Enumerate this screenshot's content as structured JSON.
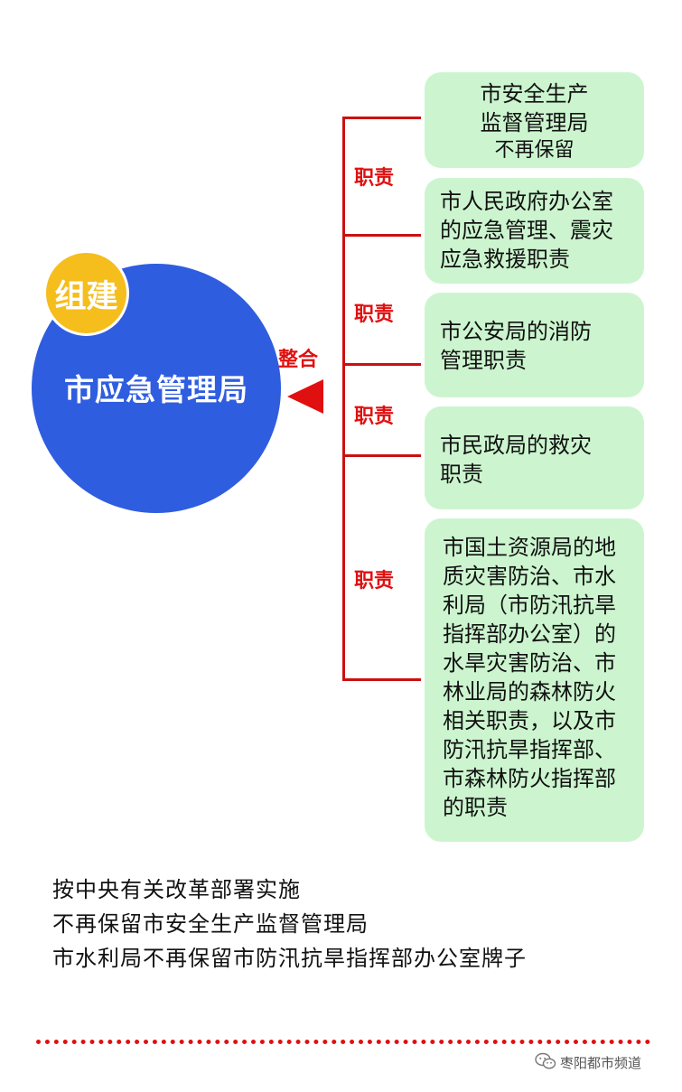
{
  "main": {
    "title": "市应急管理局",
    "badge": "组建"
  },
  "merge_label": "整合",
  "duty_label": "职责",
  "boxes": [
    {
      "lines": [
        "市安全生产",
        "监督管理局"
      ],
      "note": "不再保留"
    },
    {
      "lines": [
        "市人民政府办公室",
        "的应急管理、震灾",
        "应急救援职责"
      ]
    },
    {
      "lines": [
        "市公安局的消防",
        "管理职责"
      ]
    },
    {
      "lines": [
        "市民政局的救灾",
        "职责"
      ]
    },
    {
      "lines": [
        "市国土资源局的地",
        "质灾害防治、市水",
        "利局（市防汛抗旱",
        "指挥部办公室）的",
        "水旱灾害防治、市",
        "林业局的森林防火",
        "相关职责，以及市",
        "防汛抗旱指挥部、",
        "市森林防火指挥部",
        "的职责"
      ]
    }
  ],
  "footer": [
    "按中央有关改革部署实施",
    "不再保留市安全生产监督管理局",
    "市水利局不再保留市防汛抗旱指挥部办公室牌子"
  ],
  "watermark": {
    "text": "枣阳都市频道",
    "icon": "wechat-icon"
  },
  "colors": {
    "main_circle": "#2f5de0",
    "badge": "#f5be1d",
    "accent": "#e01010",
    "box_bg": "#ccf5cf"
  }
}
